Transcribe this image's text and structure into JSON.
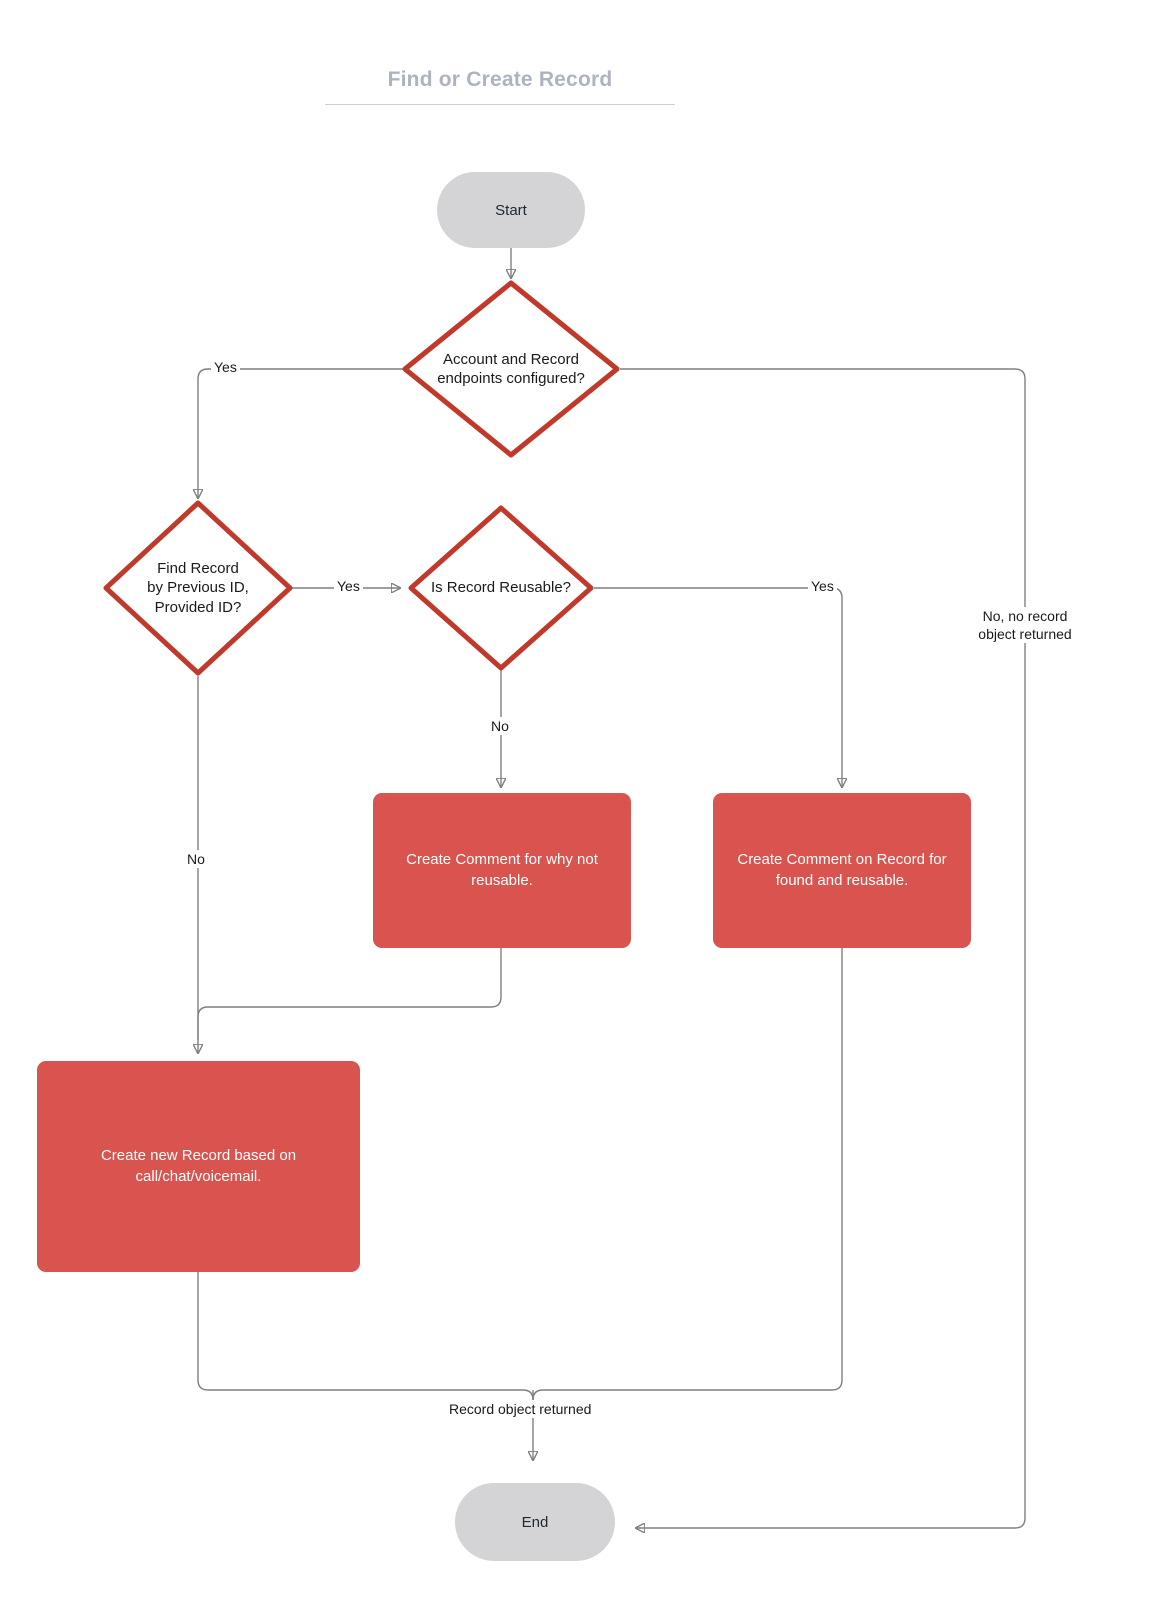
{
  "diagram": {
    "title": "Find or Create Record",
    "type": "flowchart",
    "colors": {
      "title": "#aeb3c0",
      "terminator_fill": "#d4d4d6",
      "process_fill": "#d9534f",
      "decision_stroke": "#c0392b",
      "decision_fill": "#ffffff",
      "connector": "#7f7f7f",
      "text_dark": "#1a1a1a",
      "text_light": "#ffffff"
    },
    "nodes": {
      "start": {
        "label": "Start",
        "shape": "terminator"
      },
      "decision_endpoints": {
        "label_line1": "Account and Record",
        "label_line2": "endpoints configured?",
        "shape": "decision"
      },
      "decision_find_record": {
        "label_line1": "Find Record",
        "label_line2": "by Previous ID,",
        "label_line3": "Provided ID?",
        "shape": "decision"
      },
      "decision_reusable": {
        "label": "Is Record Reusable?",
        "shape": "decision"
      },
      "process_comment_not_reusable": {
        "label_line1": "Create Comment for why not",
        "label_line2": "reusable.",
        "shape": "process"
      },
      "process_comment_found_reusable": {
        "label_line1": "Create Comment on Record for",
        "label_line2": "found and reusable.",
        "shape": "process"
      },
      "process_create_record": {
        "label_line1": "Create new Record based on",
        "label_line2": "call/chat/voicemail.",
        "shape": "process"
      },
      "end": {
        "label": "End",
        "shape": "terminator"
      }
    },
    "edge_labels": {
      "endpoints_yes": "Yes",
      "endpoints_no_line1": "No, no record",
      "endpoints_no_line2": "object returned",
      "find_yes": "Yes",
      "find_no": "No",
      "reusable_yes": "Yes",
      "reusable_no": "No",
      "record_returned": "Record object returned"
    }
  }
}
